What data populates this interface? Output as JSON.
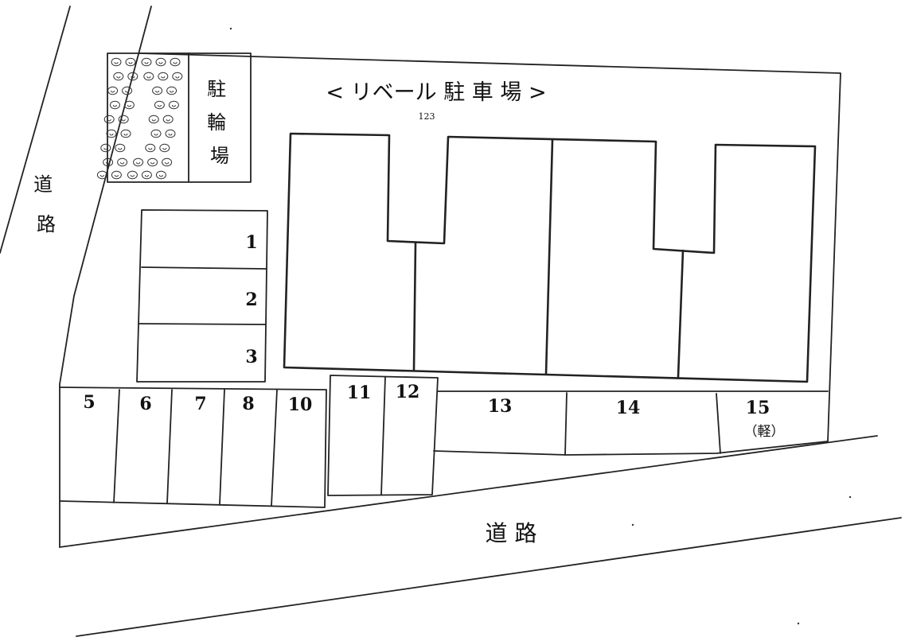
{
  "title": "< リベール 駐 車 場 >",
  "handwritten_note": "123",
  "bicycle_parking_label": "駐\n輪\n場",
  "road_left_label": "道\n路",
  "road_bottom_label": "道 路",
  "spaces": [
    {
      "number": "1"
    },
    {
      "number": "2"
    },
    {
      "number": "3"
    },
    {
      "number": "5"
    },
    {
      "number": "6"
    },
    {
      "number": "7"
    },
    {
      "number": "8"
    },
    {
      "number": "10"
    },
    {
      "number": "11"
    },
    {
      "number": "12"
    },
    {
      "number": "13"
    },
    {
      "number": "14"
    },
    {
      "number": "15",
      "note": "（軽）"
    }
  ]
}
